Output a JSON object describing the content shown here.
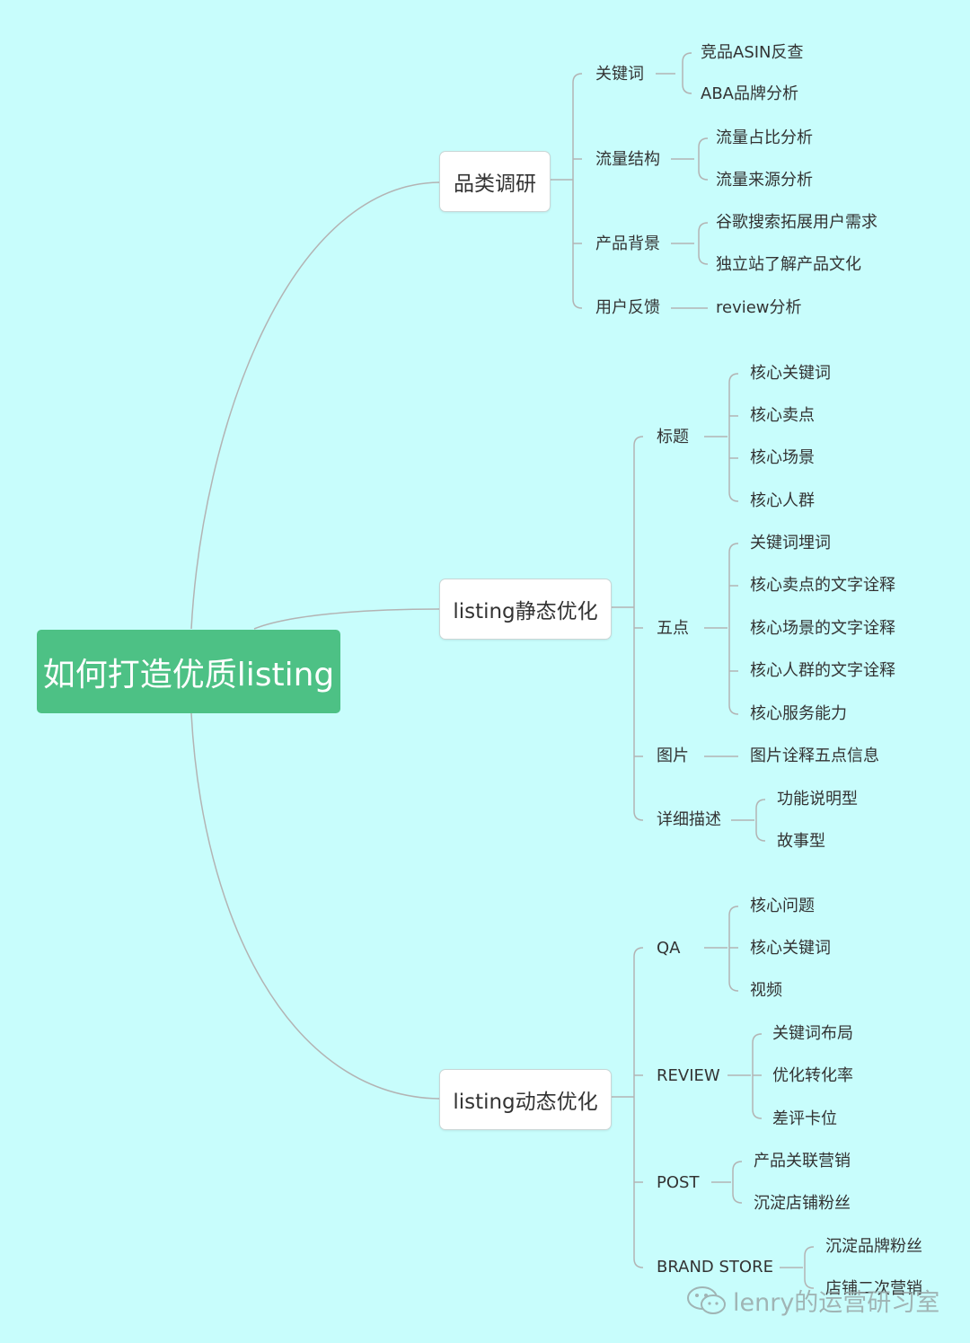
{
  "root": "如何打造优质listing",
  "b1": {
    "label": "品类调研",
    "keywords": {
      "label": "关键词",
      "c1": "竞品ASIN反查",
      "c2": "ABA品牌分析"
    },
    "traffic": {
      "label": "流量结构",
      "c1": "流量占比分析",
      "c2": "流量来源分析"
    },
    "background": {
      "label": "产品背景",
      "c1": "谷歌搜索拓展用户需求",
      "c2": "独立站了解产品文化"
    },
    "feedback": {
      "label": "用户反馈",
      "c1": "review分析"
    }
  },
  "b2": {
    "label": "listing静态优化",
    "title": {
      "label": "标题",
      "c1": "核心关键词",
      "c2": "核心卖点",
      "c3": "核心场景",
      "c4": "核心人群"
    },
    "five": {
      "label": "五点",
      "c1": "关键词埋词",
      "c2": "核心卖点的文字诠释",
      "c3": "核心场景的文字诠释",
      "c4": "核心人群的文字诠释",
      "c5": "核心服务能力"
    },
    "image": {
      "label": "图片",
      "c1": "图片诠释五点信息"
    },
    "desc": {
      "label": "详细描述",
      "c1": "功能说明型",
      "c2": "故事型"
    }
  },
  "b3": {
    "label": "listing动态优化",
    "qa": {
      "label": "QA",
      "c1": "核心问题",
      "c2": "核心关键词",
      "c3": "视频"
    },
    "review": {
      "label": "REVIEW",
      "c1": "关键词布局",
      "c2": "优化转化率",
      "c3": "差评卡位"
    },
    "post": {
      "label": "POST",
      "c1": "产品关联营销",
      "c2": "沉淀店铺粉丝"
    },
    "store": {
      "label": "BRAND STORE",
      "c1": "沉淀品牌粉丝",
      "c2": "店铺二次营销"
    }
  },
  "watermark": "lenry的运营研习室"
}
